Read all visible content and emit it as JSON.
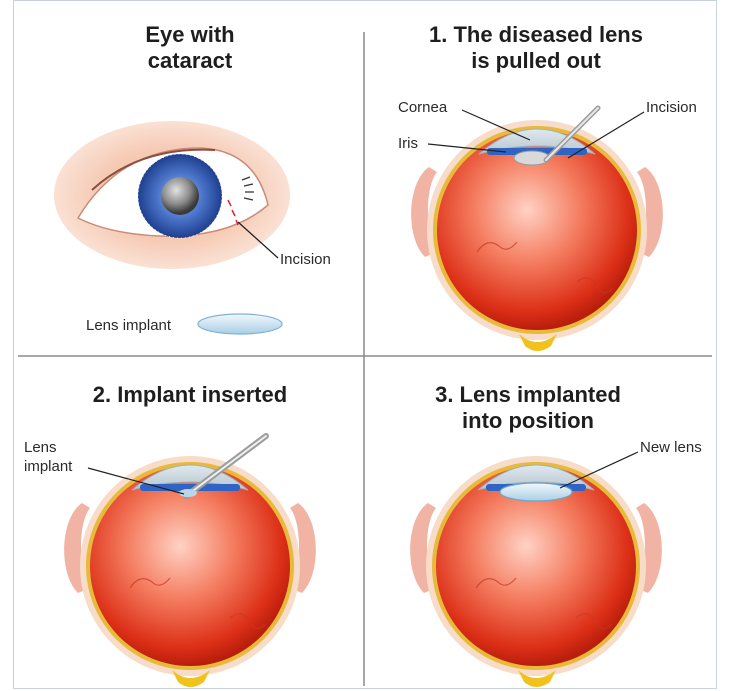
{
  "panels": {
    "cataract": {
      "title_line1": "Eye with",
      "title_line2": "cataract",
      "incision_label": "Incision",
      "lens_implant_label": "Lens implant"
    },
    "step1": {
      "title_line1": "1. The diseased lens",
      "title_line2": "is pulled out",
      "cornea_label": "Cornea",
      "iris_label": "Iris",
      "incision_label": "Incision"
    },
    "step2": {
      "title": "2. Implant inserted",
      "lens_label_line1": "Lens",
      "lens_label_line2": "implant"
    },
    "step3": {
      "title_line1": "3. Lens implanted",
      "title_line2": "into position",
      "new_lens_label": "New lens"
    }
  },
  "colors": {
    "divider": "#8a8a8a",
    "frame_border": "#c9d3df",
    "iris_blue": "#3d63b8",
    "eyeball_red": "#e03a1f",
    "skin": "#f3c7b2"
  }
}
